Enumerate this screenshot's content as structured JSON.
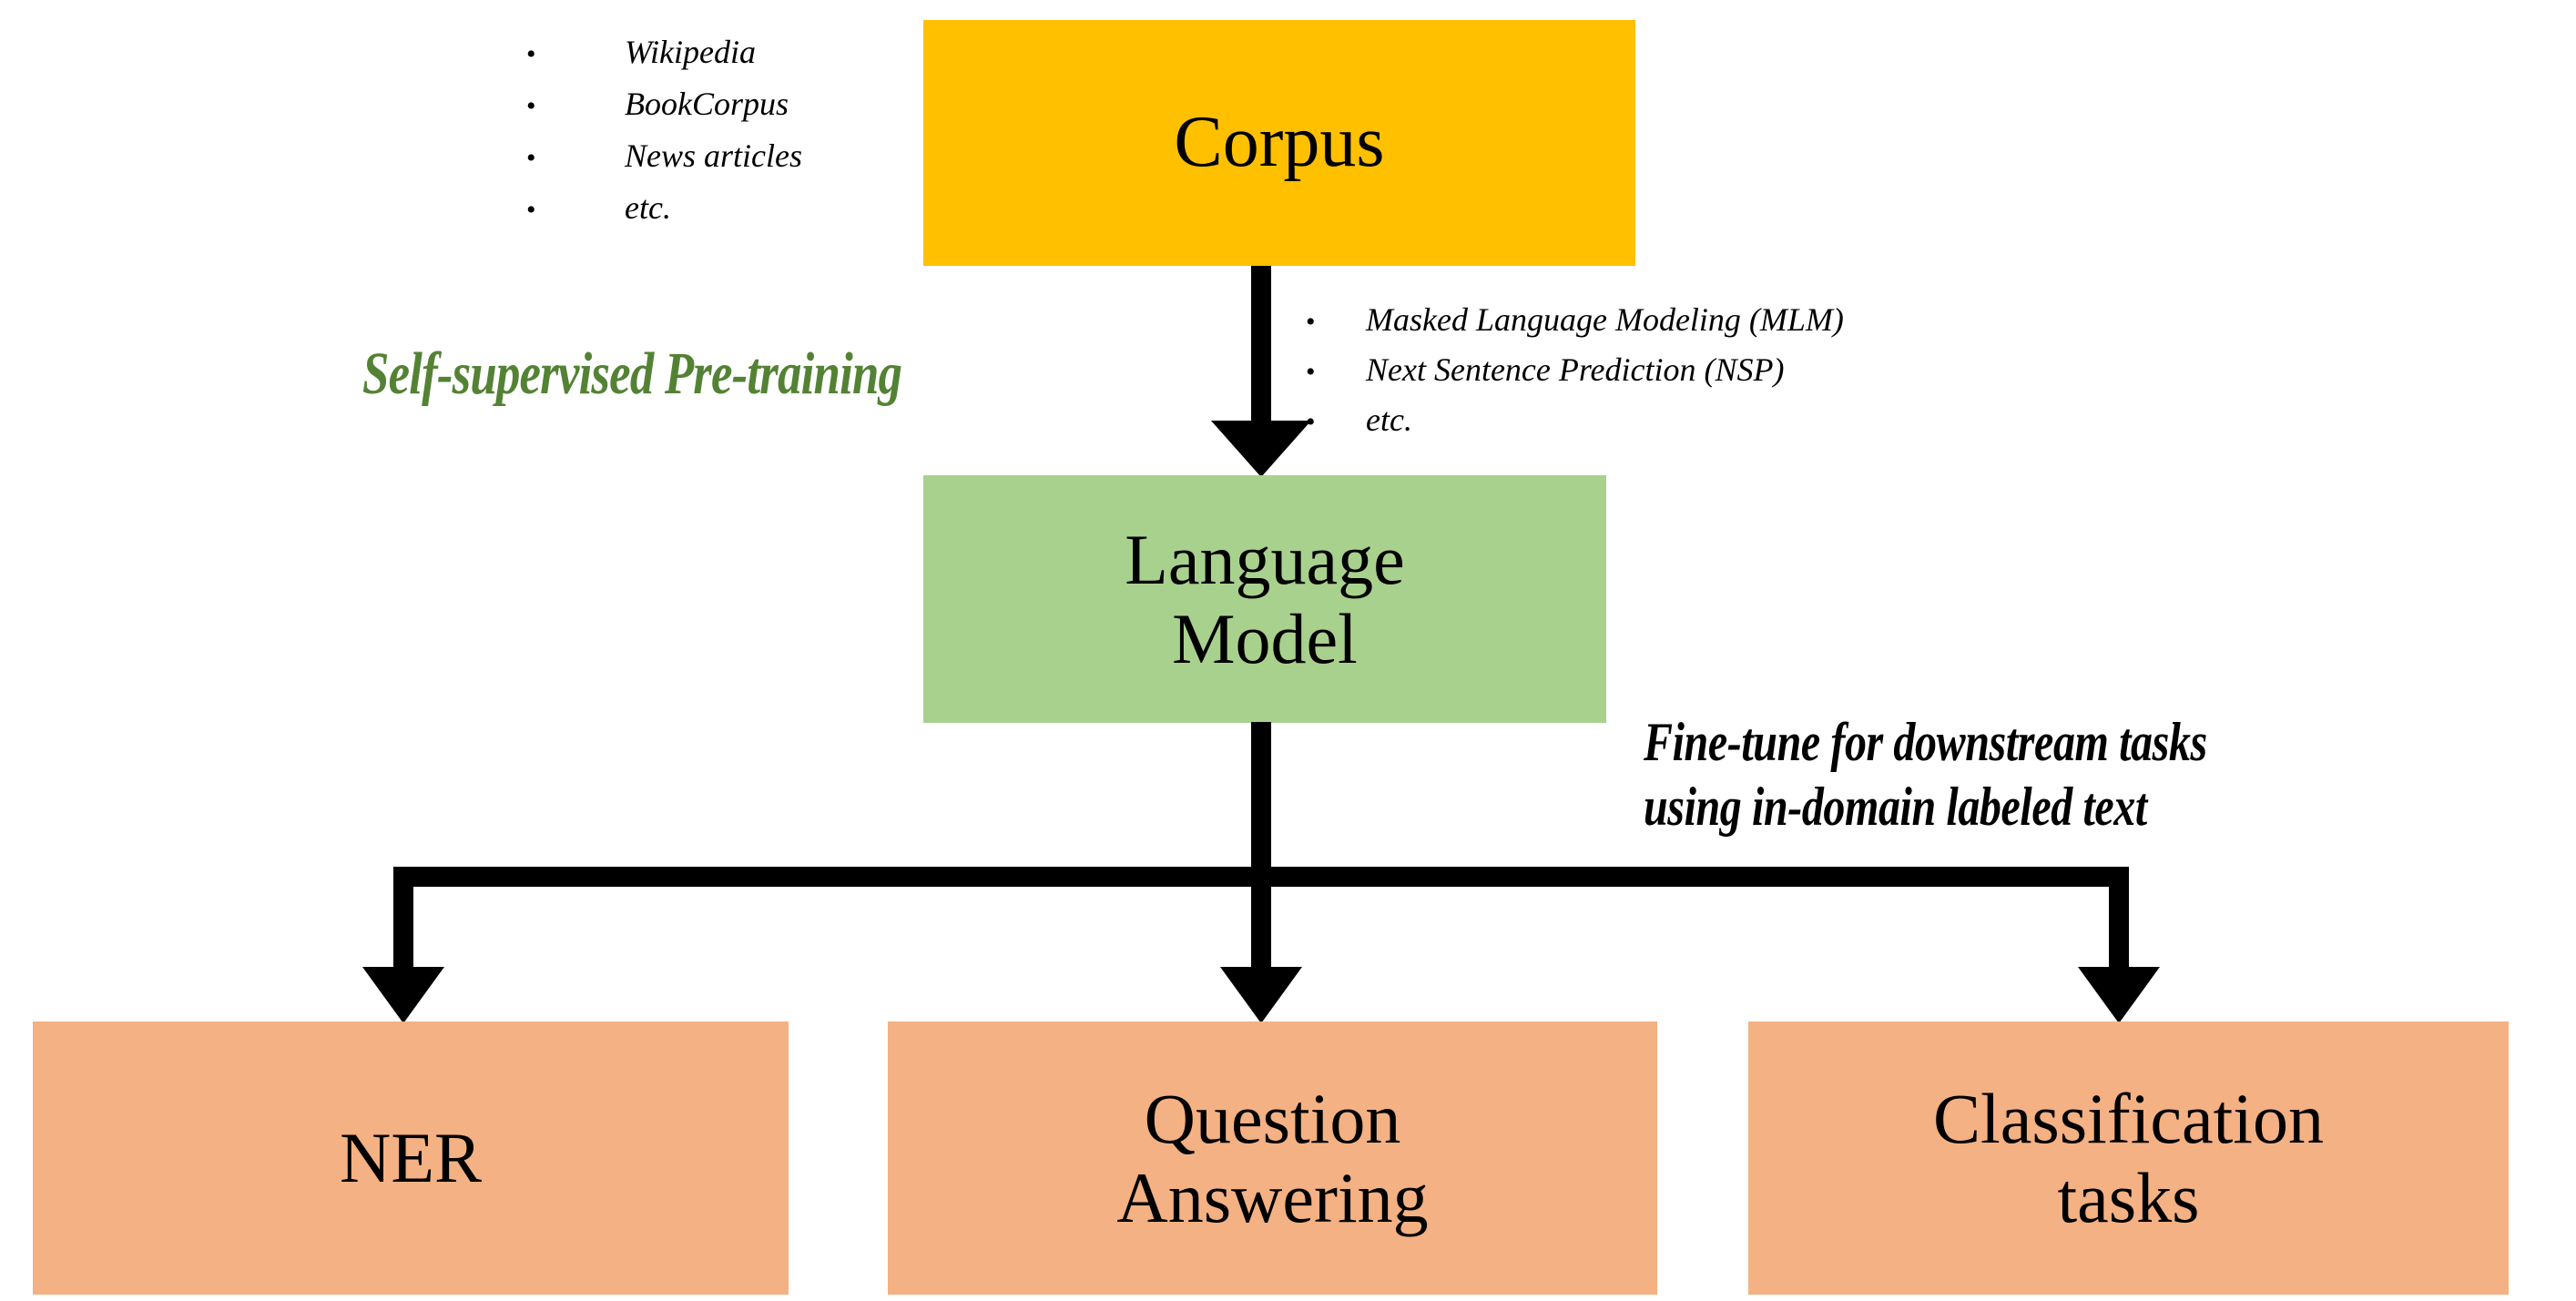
{
  "diagram": {
    "title": "Self-supervised pre-training and fine-tuning pipeline",
    "colors": {
      "corpus_fill": "#FFC000",
      "language_model_fill": "#A9D18E",
      "task_fill": "#F4B183",
      "pretraining_label_color": "#548235",
      "finetune_label_color": "#000000",
      "connector_color": "#000000",
      "background": "#FFFFFF"
    },
    "nodes": {
      "corpus": {
        "label": "Corpus"
      },
      "language_model": {
        "label": "Language\nModel"
      },
      "tasks": [
        {
          "label": "NER"
        },
        {
          "label": "Question\nAnswering"
        },
        {
          "label": "Classification\ntasks"
        }
      ]
    },
    "annotations": {
      "pretraining_label": "Self-supervised Pre-training",
      "finetune_label": "Fine-tune for downstream tasks\nusing in-domain labeled text"
    },
    "bullet_lists": {
      "corpus_sources": {
        "bullet_glyph": "•",
        "items": [
          "Wikipedia",
          "BookCorpus",
          "News articles",
          "etc."
        ]
      },
      "pretraining_objectives": {
        "bullet_glyph": "•",
        "items": [
          "Masked Language Modeling (MLM)",
          "Next Sentence Prediction (NSP)",
          "etc."
        ]
      }
    },
    "edges": [
      {
        "from": "corpus",
        "to": "language_model",
        "style": "arrow-down"
      },
      {
        "from": "language_model",
        "to": "NER",
        "style": "arrow-down-branch"
      },
      {
        "from": "language_model",
        "to": "Question Answering",
        "style": "arrow-down-branch"
      },
      {
        "from": "language_model",
        "to": "Classification tasks",
        "style": "arrow-down-branch"
      }
    ]
  }
}
